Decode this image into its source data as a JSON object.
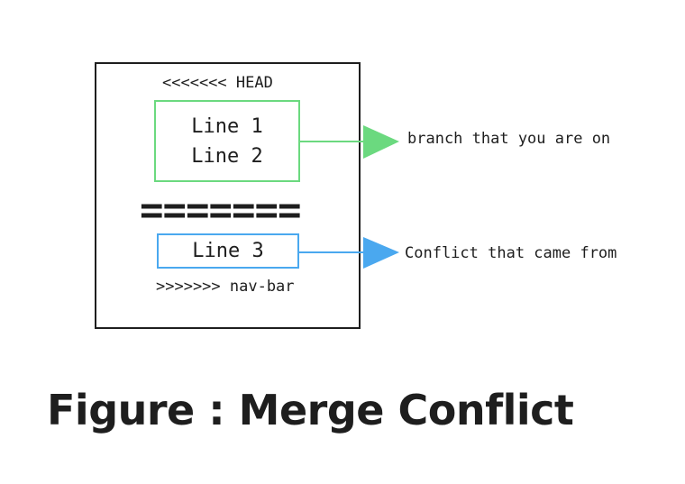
{
  "diagram": {
    "head_marker": "<<<<<<< HEAD",
    "current_lines": [
      "Line 1",
      "Line 2"
    ],
    "separator": "=======",
    "incoming_lines": [
      "Line 3"
    ],
    "branch_marker": ">>>>>>> nav-bar",
    "current_label": "branch that you are on",
    "incoming_label": "Conflict that came from",
    "colors": {
      "current": "#6bd97f",
      "incoming": "#4aa8ef",
      "ink": "#1e1e1e"
    }
  },
  "caption": {
    "text": "Figure : Merge Conflict"
  }
}
